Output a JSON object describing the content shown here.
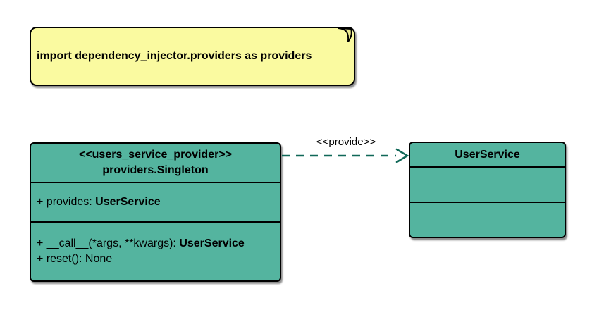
{
  "colors": {
    "class_fill": "#54B49F",
    "note_fill": "#FAFAA0",
    "arrow": "#106858",
    "border": "#000000",
    "text": "#000000"
  },
  "note": {
    "text": "import dependency_injector.providers as providers"
  },
  "provider_class": {
    "stereotype": "<<users_service_provider>>",
    "name": "providers.Singleton",
    "attributes": [
      {
        "text": "+ provides: ",
        "type": "UserService"
      }
    ],
    "methods": [
      {
        "text": "+ __call__(*args, **kwargs): ",
        "type": "UserService"
      },
      {
        "text": "+ reset(): None",
        "type": ""
      }
    ]
  },
  "service_class": {
    "name": "UserService"
  },
  "relation": {
    "label": "<<provide>>"
  }
}
